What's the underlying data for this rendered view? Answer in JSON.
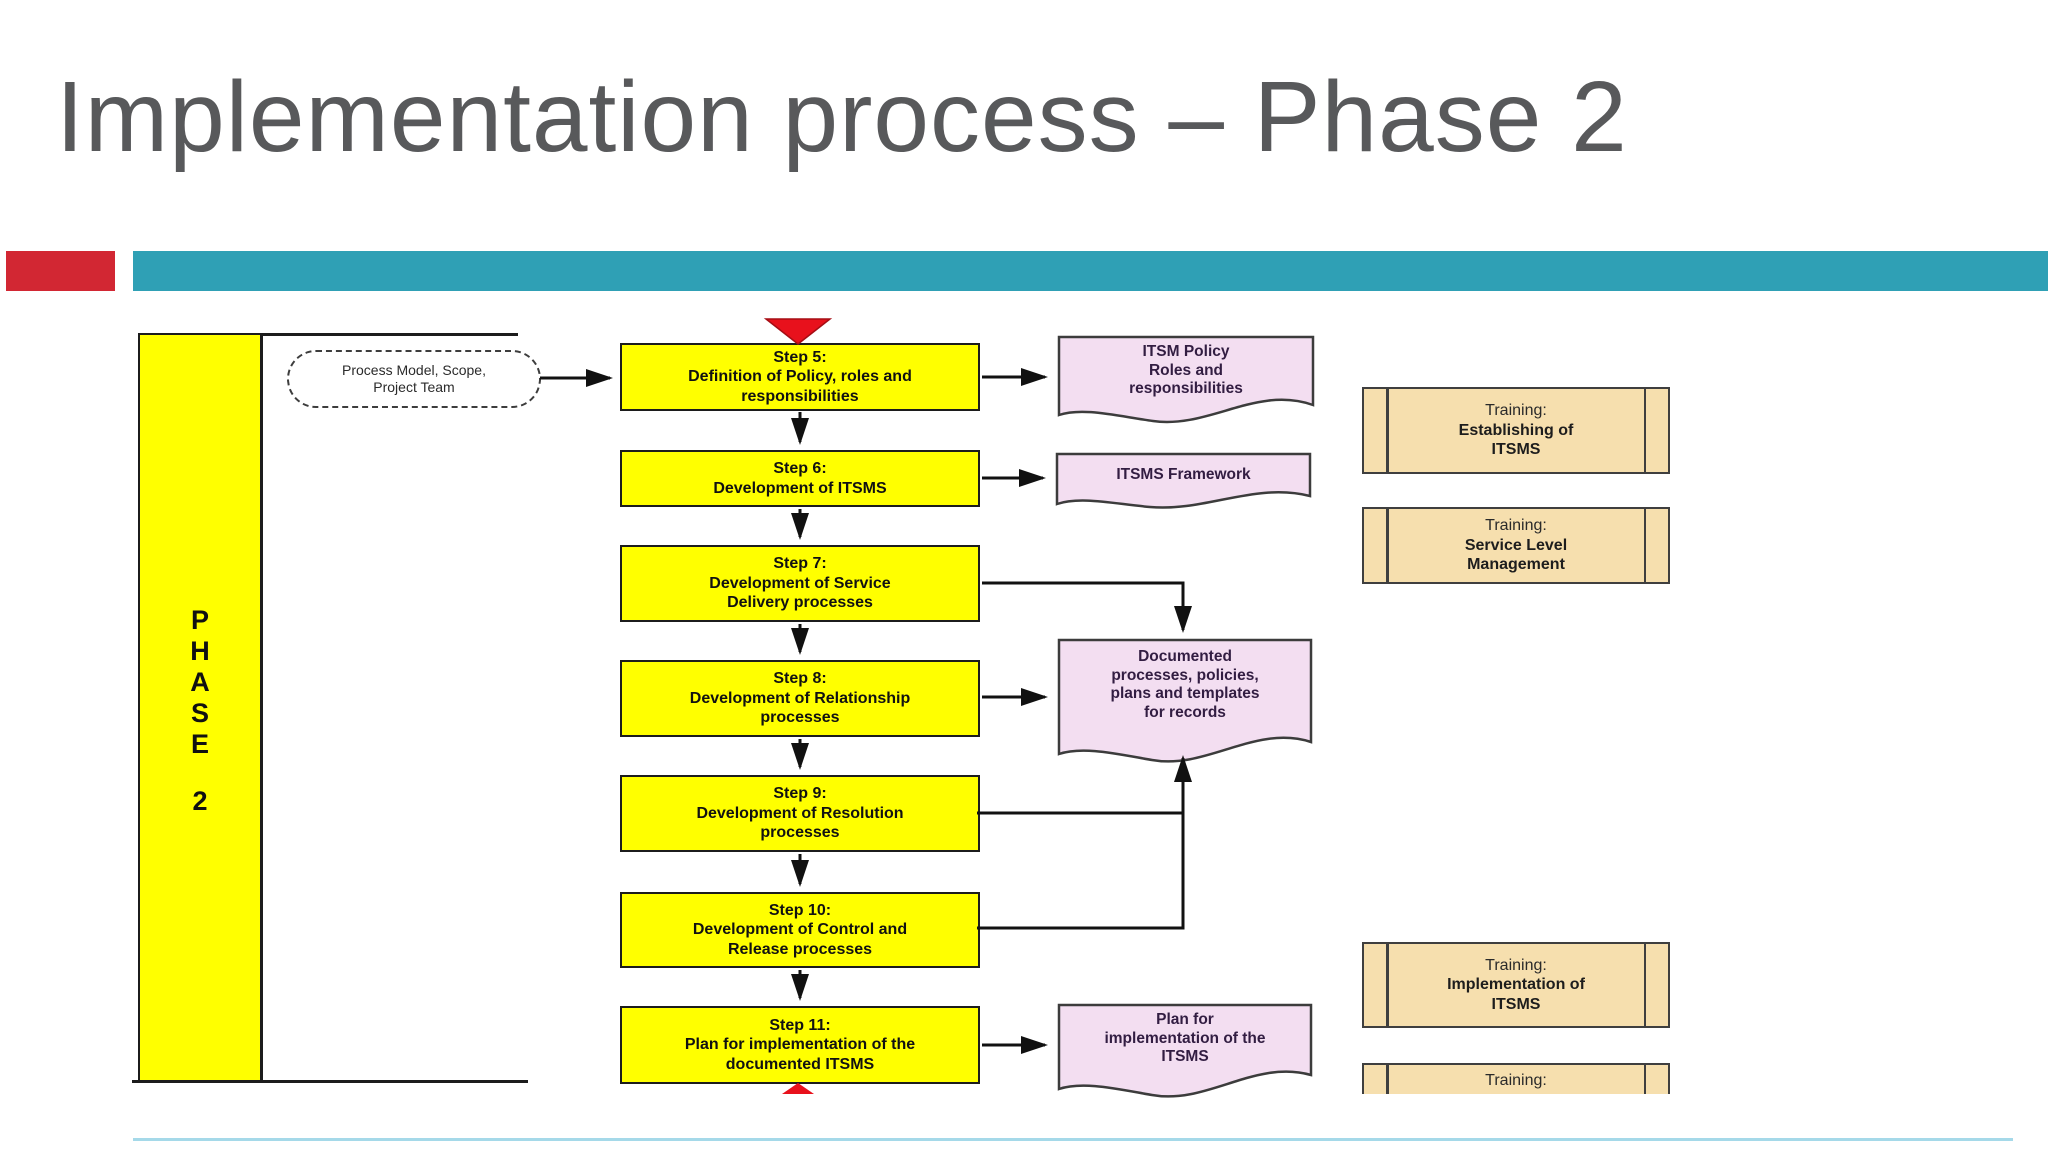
{
  "slide": {
    "title": "Implementation process – Phase 2"
  },
  "colors": {
    "accent_red": "#d22733",
    "accent_teal": "#2fa0b5",
    "process_yellow": "#ffff00",
    "document_pink": "#f3def1",
    "training_tan": "#f6dfae",
    "bottom_rule_blue": "#a5d9e9",
    "title_gray": "#58595b"
  },
  "diagram": {
    "phase_lane": {
      "letters": "P\nH\nA\nS\nE",
      "number": "2"
    },
    "input_note": "Process Model, Scope,\nProject Team",
    "steps": [
      {
        "label": "Step 5:\nDefinition of Policy, roles and\nresponsibilities"
      },
      {
        "label": "Step 6:\nDevelopment of ITSMS"
      },
      {
        "label": "Step 7:\nDevelopment of Service\nDelivery processes"
      },
      {
        "label": "Step 8:\nDevelopment of Relationship\nprocesses"
      },
      {
        "label": "Step 9:\nDevelopment of Resolution\nprocesses"
      },
      {
        "label": "Step 10:\nDevelopment of Control and\nRelease processes"
      },
      {
        "label": "Step 11:\nPlan for implementation of the\ndocumented ITSMS"
      }
    ],
    "documents": [
      {
        "label": "ITSM Policy\nRoles and\nresponsibilities"
      },
      {
        "label": "ITSMS Framework"
      },
      {
        "label": "Documented\nprocesses, policies,\nplans and templates\nfor records"
      },
      {
        "label": "Plan for\nimplementation of the\nITSMS"
      }
    ],
    "trainings": [
      {
        "prefix": "Training:",
        "label": "Establishing of\nITSMS"
      },
      {
        "prefix": "Training:",
        "label": "Service Level\nManagement"
      },
      {
        "prefix": "Training:",
        "label": "Implementation of\nITSMS"
      },
      {
        "prefix": "Training:",
        "label": ""
      }
    ]
  }
}
